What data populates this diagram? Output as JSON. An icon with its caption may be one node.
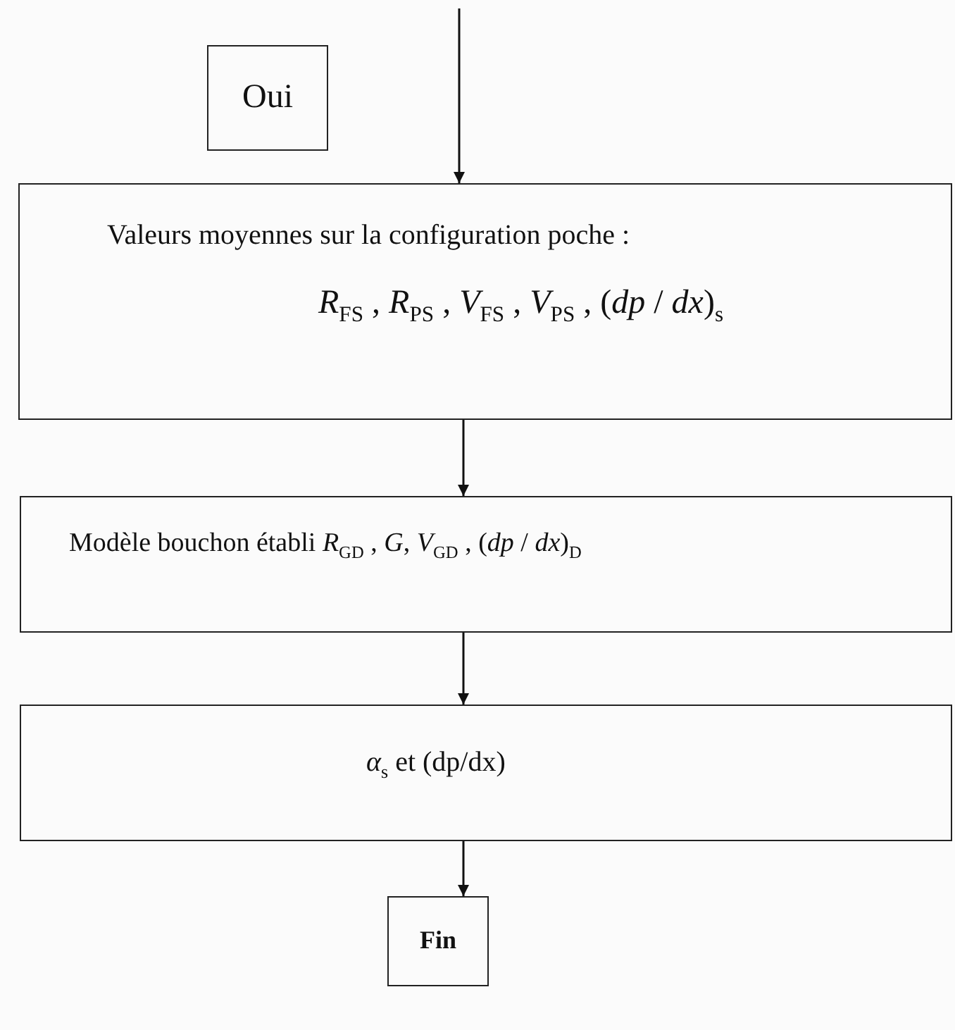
{
  "diagram": {
    "nodes": [
      {
        "text": [
          "Oui"
        ]
      },
      {
        "text": [
          "Valeurs moyennes sur la configuration poche :",
          "*R*$_{FS}$ , *R*$_{PS}$ , *V*$_{FS}$ , *V*$_{PS}$ , (*dp* / *dx*)$_{s}$"
        ]
      },
      {
        "text": [
          "Modèle bouchon établi *R*$_{GD}$ , *G*, *V*$_{GD}$ , (*dp* / *dx*)$_{D}$"
        ]
      },
      {
        "text": [
          "*α*$_{s}$ et (dp/dx)"
        ]
      },
      {
        "text": [
          "Fin"
        ]
      }
    ],
    "edges": [
      {
        "from": null,
        "to": 1,
        "arrow": "to"
      },
      {
        "from": 1,
        "to": 2,
        "arrow": "to"
      },
      {
        "from": 2,
        "to": 3,
        "arrow": "to"
      },
      {
        "from": 3,
        "to": 4,
        "arrow": "to"
      }
    ]
  }
}
